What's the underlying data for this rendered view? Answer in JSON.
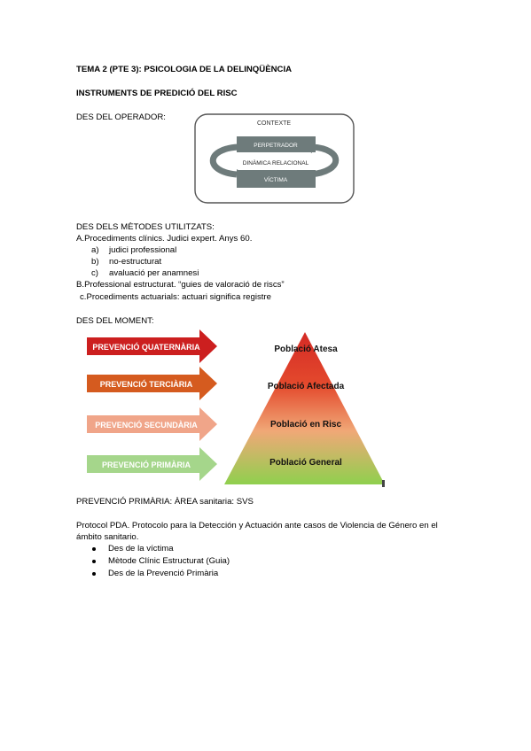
{
  "header": {
    "topic_title": "TEMA 2 (PTE 3): PSICOLOGIA DE LA DELINQÜÈNCIA",
    "section_title": "INSTRUMENTS DE PREDICIÓ DEL RISC"
  },
  "operator": {
    "heading": "DES DEL OPERADOR:",
    "diagram": {
      "context": "CONTEXTE",
      "perpetrator": "PERPETRADOR",
      "dynamic": "DINÀMICA RELACIONAL",
      "victim": "VÍCTIMA"
    }
  },
  "methods": {
    "heading": "DES DELS MÈTODES UTILITZATS:",
    "a": "A.Procediments clínics. Judici expert. Anys 60.",
    "sub": [
      {
        "marker": "a)",
        "text": "judici professional"
      },
      {
        "marker": "b)",
        "text": "no-estructurat"
      },
      {
        "marker": "c)",
        "text": "avaluació per anamnesi"
      }
    ],
    "b": "B.Professional estructurat. “guies de valoració de riscs”",
    "c": "c.Procediments actuarials: actuari significa registre"
  },
  "moment": {
    "heading": "DES DEL MOMENT:",
    "arrows": [
      {
        "label": "PREVENCIÓ QUATERNÀRIA",
        "color": "#cc1f1f"
      },
      {
        "label": "PREVENCIÓ TERCIÀRIA",
        "color": "#d55b1f"
      },
      {
        "label": "PREVENCIÓ SECUNDÀRIA",
        "color": "#f0a589"
      },
      {
        "label": "PREVENCIÓ PRIMÀRIA",
        "color": "#a5d68b"
      }
    ],
    "pyramid": [
      "Població Atesa",
      "Població Afectada",
      "Població en Risc",
      "Població General"
    ]
  },
  "primary": {
    "title": "PREVENCIÓ PRIMÀRIA: ÀREA sanitaria: SVS",
    "protocol_line1": "Protocol PDA. Protocolo para la Detección y Actuación ante casos de Violencia de Género en el",
    "protocol_line2": "ámbito sanitario.",
    "bullets": [
      "Des de la víctima",
      "Mètode Clínic Estructurat (Guia)",
      "Des de la Prevenció Primària"
    ]
  }
}
